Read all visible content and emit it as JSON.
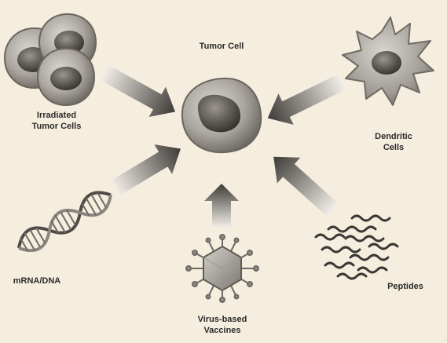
{
  "labels": {
    "tumor_cell": "Tumor Cell",
    "irradiated_line1": "Irradiated",
    "irradiated_line2": "Tumor Cells",
    "dendritic_line1": "Dendritic",
    "dendritic_line2": "Cells",
    "mrna_dna": "mRNA/DNA",
    "virus_line1": "Virus-based",
    "virus_line2": "Vaccines",
    "peptides": "Peptides"
  },
  "icons": {
    "center": "tumor-cell-icon",
    "irradiated": "irradiated-tumor-cells-icon",
    "dendritic": "dendritic-cell-icon",
    "dna": "dna-helix-icon",
    "virus": "virus-particle-icon",
    "peptides": "peptide-chains-icon"
  },
  "colors": {
    "background": "#f5eedf",
    "cell_fill": "#9a968f",
    "nucleus_fill": "#5b5752",
    "arrow_dark": "#4a4745",
    "text": "#2b2b2b"
  }
}
